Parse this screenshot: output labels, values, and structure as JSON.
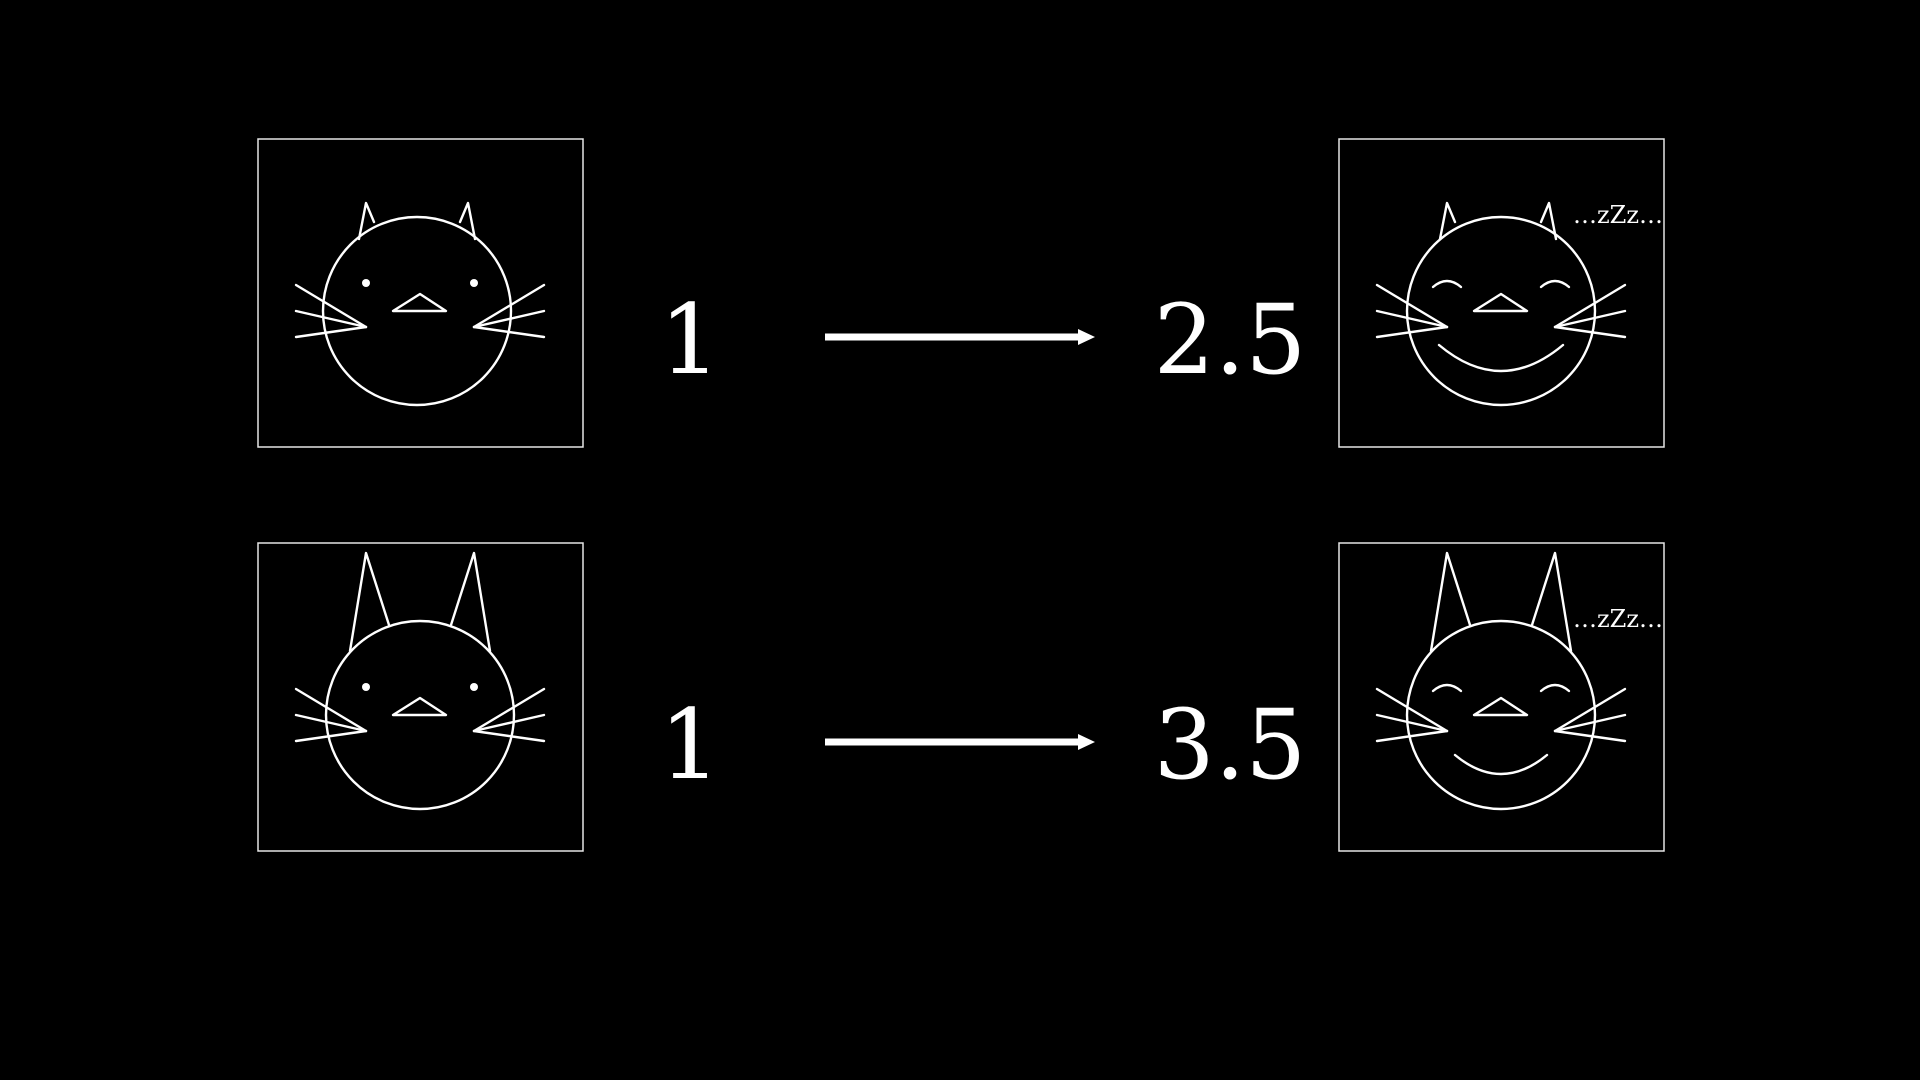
{
  "rows": [
    {
      "before": {
        "icon": "cat-awake-icon",
        "ear_size": "short"
      },
      "from_value": "1",
      "to_value": "2.5",
      "after": {
        "icon": "cat-sleeping-happy-icon",
        "ear_size": "short",
        "caption": "…zZz…"
      }
    },
    {
      "before": {
        "icon": "cat-awake-icon",
        "ear_size": "tall"
      },
      "from_value": "1",
      "to_value": "3.5",
      "after": {
        "icon": "cat-sleeping-happy-icon",
        "ear_size": "tall",
        "caption": "…zZz…"
      }
    }
  ],
  "colors": {
    "background": "#000000",
    "foreground": "#ffffff"
  }
}
